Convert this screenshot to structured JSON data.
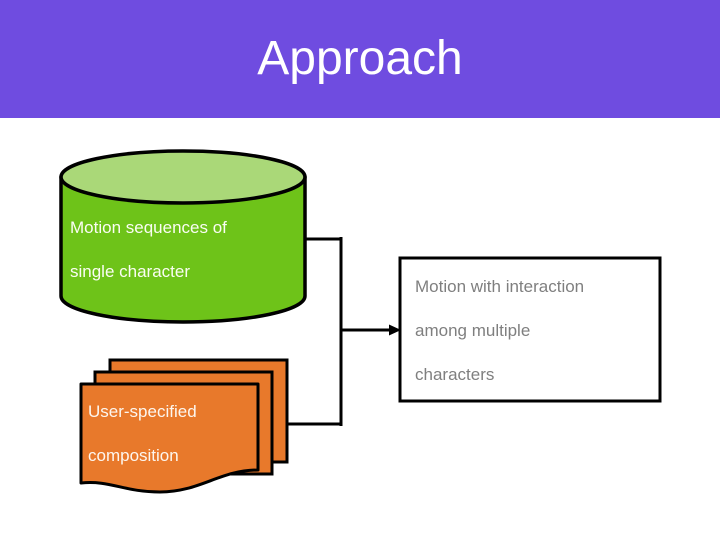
{
  "slide": {
    "title": "Approach",
    "header_color": "#6F4CE0",
    "title_color": "#FFFFFF",
    "background_color": "#FFFFFF"
  },
  "diagram": {
    "type": "flow",
    "nodes": [
      {
        "id": "motion-database",
        "shape": "cylinder",
        "label": "Motion sequences of\nsingle character",
        "fill": "#6EC319",
        "top_fill": "#AAD878",
        "stroke": "#000000",
        "text_color": "#FAFDF3"
      },
      {
        "id": "user-composition",
        "shape": "multidocument",
        "label": "User-specified\ncomposition",
        "fill": "#E8792B",
        "stroke": "#000000",
        "text_color": "#FDF6EE"
      },
      {
        "id": "interaction-output",
        "shape": "rectangle",
        "label": "Motion with interaction\namong multiple\ncharacters",
        "fill": "#FFFFFF",
        "stroke": "#000000",
        "text_color": "#7F7F7F"
      }
    ],
    "edges": [
      {
        "id": "edge-merge-to-output",
        "from": [
          "motion-database",
          "user-composition"
        ],
        "to": "interaction-output",
        "arrow": "single",
        "color": "#000000"
      }
    ]
  }
}
